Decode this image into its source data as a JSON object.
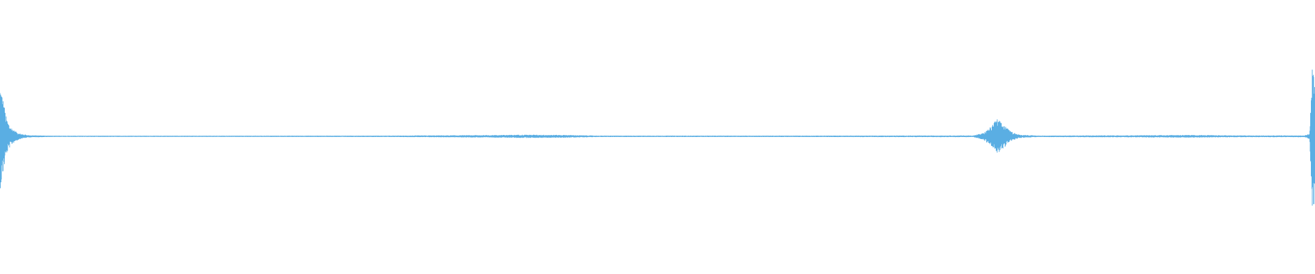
{
  "waveform": {
    "color": "#5aaee3",
    "background": "#ffffff",
    "envelope": [
      {
        "t": 0.0,
        "a": 0.39
      },
      {
        "t": 0.001,
        "a": 0.35
      },
      {
        "t": 0.003,
        "a": 0.24
      },
      {
        "t": 0.005,
        "a": 0.13
      },
      {
        "t": 0.008,
        "a": 0.07
      },
      {
        "t": 0.012,
        "a": 0.035
      },
      {
        "t": 0.016,
        "a": 0.018
      },
      {
        "t": 0.022,
        "a": 0.008
      },
      {
        "t": 0.04,
        "a": 0.004
      },
      {
        "t": 0.15,
        "a": 0.004
      },
      {
        "t": 0.3,
        "a": 0.005
      },
      {
        "t": 0.37,
        "a": 0.009
      },
      {
        "t": 0.4,
        "a": 0.012
      },
      {
        "t": 0.43,
        "a": 0.01
      },
      {
        "t": 0.455,
        "a": 0.005
      },
      {
        "t": 0.6,
        "a": 0.005
      },
      {
        "t": 0.74,
        "a": 0.006
      },
      {
        "t": 0.748,
        "a": 0.025
      },
      {
        "t": 0.754,
        "a": 0.075
      },
      {
        "t": 0.758,
        "a": 0.13
      },
      {
        "t": 0.763,
        "a": 0.09
      },
      {
        "t": 0.768,
        "a": 0.04
      },
      {
        "t": 0.775,
        "a": 0.012
      },
      {
        "t": 0.79,
        "a": 0.005
      },
      {
        "t": 0.87,
        "a": 0.008
      },
      {
        "t": 0.9,
        "a": 0.01
      },
      {
        "t": 0.95,
        "a": 0.006
      },
      {
        "t": 0.992,
        "a": 0.006
      },
      {
        "t": 0.996,
        "a": 0.02
      },
      {
        "t": 0.998,
        "a": 0.55
      },
      {
        "t": 1.0,
        "a": 0.55
      }
    ]
  }
}
